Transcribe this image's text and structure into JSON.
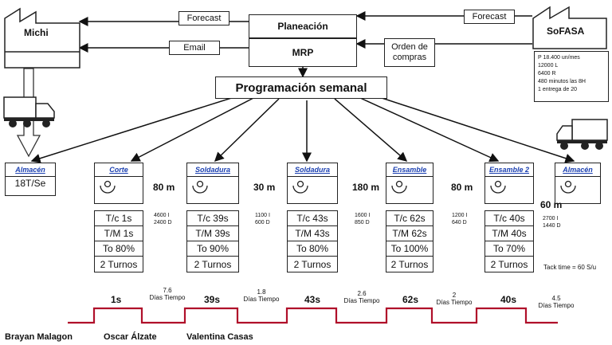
{
  "supplier_left": {
    "name": "Michi"
  },
  "supplier_right": {
    "name": "SoFASA"
  },
  "planning": {
    "title": "Planeación",
    "subtitle": "MRP"
  },
  "flows": {
    "forecast_left": "Forecast",
    "email": "Email",
    "forecast_right": "Forecast",
    "orden_compras": "Orden de compras"
  },
  "schedule": {
    "title": "Programación semanal"
  },
  "customer_info": [
    "P 18.400 un/mes",
    "12000 L",
    "6400 R",
    "480 minutos las 8H",
    "1 entrega de 20"
  ],
  "processes": [
    {
      "title": "Almacén",
      "value": "18T/Se"
    },
    {
      "title": "Corte",
      "rows": [
        "T/c 1s",
        "T/M 1s",
        "To 80%",
        "2 Turnos"
      ],
      "cycle": "1s"
    },
    {
      "title": "Soldadura",
      "rows": [
        "T/c 39s",
        "T/M 39s",
        "To 90%",
        "2 Turnos"
      ],
      "cycle": "39s"
    },
    {
      "title": "Soldadura",
      "rows": [
        "T/c 43s",
        "T/M 43s",
        "To 80%",
        "2 Turnos"
      ],
      "cycle": "43s"
    },
    {
      "title": "Ensamble",
      "rows": [
        "T/c 62s",
        "T/M 62s",
        "To 100%",
        "2 Turnos"
      ],
      "cycle": "62s"
    },
    {
      "title": "Ensamble 2",
      "rows": [
        "T/c 40s",
        "T/M 40s",
        "To 70%",
        "2 Turnos"
      ],
      "cycle": "40s"
    },
    {
      "title": "Almacén"
    }
  ],
  "distances": [
    "80 m",
    "30 m",
    "180 m",
    "80 m",
    "60 m"
  ],
  "inventories": [
    [
      "4600 I",
      "2400 D"
    ],
    [
      "1100 I",
      "600  D"
    ],
    [
      "1600 I",
      "850  D"
    ],
    [
      "1200 I",
      "640  D"
    ],
    [
      "2700 I",
      "1440 D"
    ]
  ],
  "takt": "Tack time = 60 S/u",
  "dias": [
    {
      "value": "7.6",
      "label": "Días Tiempo"
    },
    {
      "value": "1.8",
      "label": "Días Tiempo"
    },
    {
      "value": "2.6",
      "label": "Días Tiempo"
    },
    {
      "value": "2",
      "label": "Días Tiempo"
    },
    {
      "value": "4.5",
      "label": "Días Tiempo"
    }
  ],
  "authors": [
    "Brayan Malagon",
    "Oscar Álzate",
    "Valentina Casas"
  ]
}
